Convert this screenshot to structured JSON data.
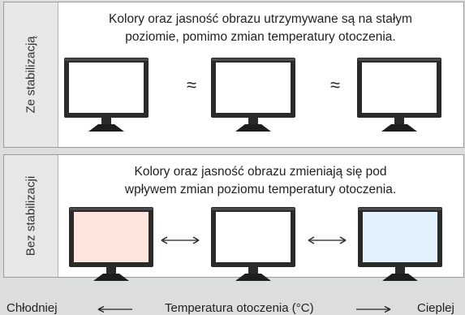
{
  "top_panel": {
    "side_label": "Ze stabilizacją",
    "description_line1": "Kolory oraz jasność obrazu utrzymywane są na stałym",
    "description_line2": "poziomie, pomimo zmian temperatury otoczenia.",
    "separator": "≈",
    "screen_colors": [
      "#ffffff",
      "#ffffff",
      "#ffffff"
    ]
  },
  "bottom_panel": {
    "side_label": "Bez stabilizacji",
    "description_line1": "Kolory oraz jasność obrazu zmieniają się pod",
    "description_line2": "wpływem zmian poziomu temperatury otoczenia.",
    "screen_colors": [
      "#fde4dd",
      "#ffffff",
      "#e2f1fd"
    ]
  },
  "axis": {
    "left_label": "Chłodniej",
    "center_label": "Temperatura otoczenia (°C)",
    "right_label": "Cieplej"
  }
}
